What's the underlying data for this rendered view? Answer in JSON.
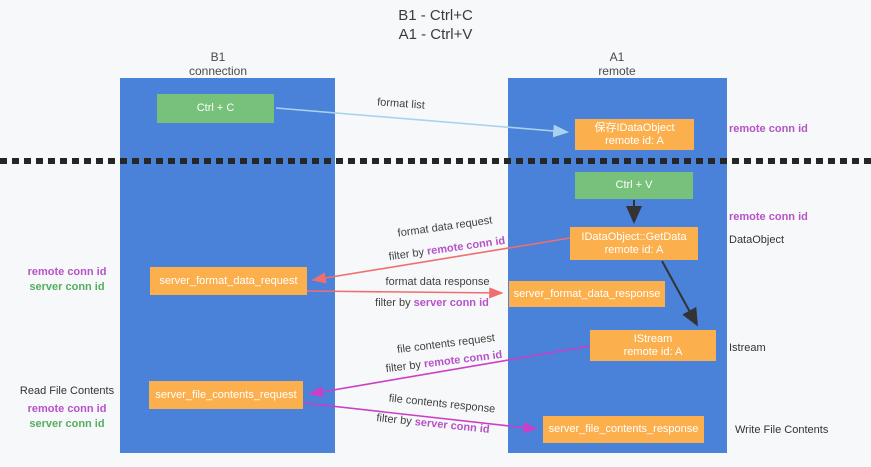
{
  "title": {
    "line1": "B1 - Ctrl+C",
    "line2": "A1 - Ctrl+V"
  },
  "lanes": {
    "left": {
      "name": "B1",
      "subtitle": "connection"
    },
    "right": {
      "name": "A1",
      "subtitle": "remote"
    }
  },
  "nodes": {
    "ctrl_c": {
      "label": "Ctrl + C"
    },
    "ctrl_v": {
      "label": "Ctrl + V"
    },
    "save_dataobject": {
      "line1": "保存IDataObject",
      "line2": "remote id: A"
    },
    "getdata": {
      "line1": "IDataObject::GetData",
      "line2": "remote id: A"
    },
    "istream": {
      "line1": "IStream",
      "line2": "remote id: A"
    },
    "format_request": {
      "label": "server_format_data_request"
    },
    "format_response": {
      "label": "server_format_data_response"
    },
    "file_request": {
      "label": "server_file_contents_request"
    },
    "file_response": {
      "label": "server_file_contents_response"
    }
  },
  "arrows": {
    "format_list": {
      "label": "format list"
    },
    "format_data_request": {
      "label": "format data request",
      "filter_prefix": "filter by ",
      "filter_key": "remote conn id"
    },
    "format_data_response": {
      "label": "format data response",
      "filter_prefix": "filter by ",
      "filter_key": "server conn id"
    },
    "file_contents_request": {
      "label": "file contents request",
      "filter_prefix": "filter by ",
      "filter_key": "remote conn id"
    },
    "file_contents_response": {
      "label": "file contents response",
      "filter_prefix": "filter by ",
      "filter_key": "server conn id"
    }
  },
  "annotations": {
    "remote_conn_id": "remote conn id",
    "server_conn_id": "server conn id",
    "dataobject": "DataObject",
    "istream": "Istream",
    "read_file_contents": "Read File Contents",
    "write_file_contents": "Write File Contents"
  },
  "colors": {
    "lane_fill": "#4a81d9",
    "node_orange": "#fbb04d",
    "node_green": "#77c17a",
    "arrow_blue": "#a8d3ee",
    "arrow_red": "#ef6f6f",
    "arrow_magenta": "#cb3fc6",
    "arrow_black": "#333333",
    "label_purple": "#b752c9",
    "label_green": "#53ae5f",
    "dash_line": "#262626"
  }
}
